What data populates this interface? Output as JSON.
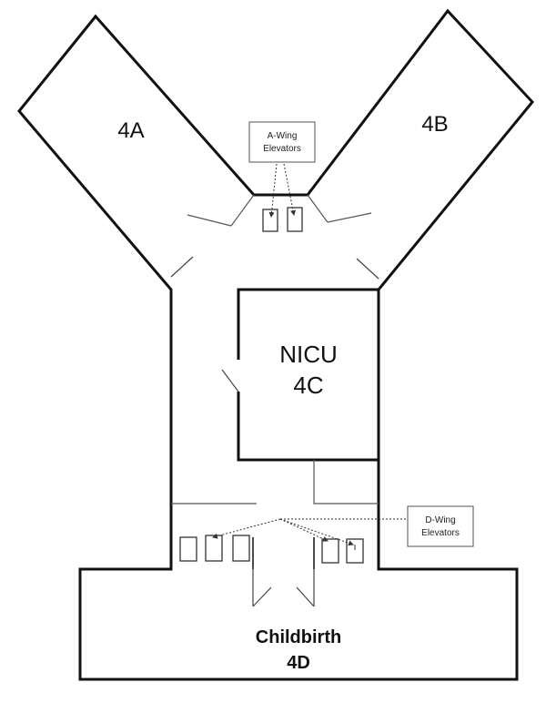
{
  "wings": {
    "a": "4A",
    "b": "4B",
    "c_line1": "NICU",
    "c_line2": "4C",
    "d_line1": "Childbirth",
    "d_line2": "4D"
  },
  "callouts": {
    "a_elevators": [
      "A-Wing",
      "Elevators"
    ],
    "d_elevators": [
      "D-Wing",
      "Elevators"
    ]
  }
}
